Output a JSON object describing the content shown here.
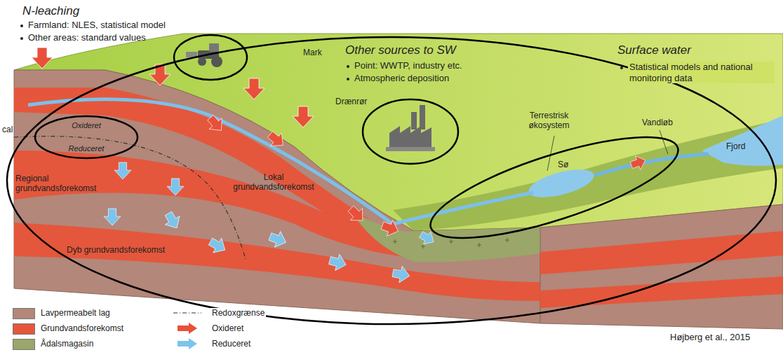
{
  "diagram": {
    "nodes": [
      {
        "text": [
          "Oxideret",
          "Reduceret"
        ]
      }
    ],
    "labels": [
      "N-leaching",
      "Farmland: NLES, statistical model",
      "Other areas: standard values",
      "Other sources to SW",
      "Point: WWTP, industry etc.",
      "Atmospheric deposition",
      "Surface water",
      "Statistical models and national monitoring data",
      "cal",
      "Mark",
      "Drænrør",
      "Lokal grundvandsforekomst",
      "Regional grundvandsforekomst",
      "Dyb grundvandsforekomst",
      "Terrestrisk økosystem",
      "Vandløb",
      "Sø",
      "Fjord",
      "Højberg et al., 2015"
    ],
    "legend": [
      {
        "text": "Lavpermeabelt lag",
        "color": "#b3877a"
      },
      {
        "text": "Grundvandsforekomst",
        "color": "#e4573c"
      },
      {
        "text": "Ådalsmagasin",
        "color": "#9aa66a"
      },
      {
        "text": "Redoxgrænse"
      },
      {
        "text": "Oxideret"
      },
      {
        "text": "Reduceret"
      }
    ]
  }
}
